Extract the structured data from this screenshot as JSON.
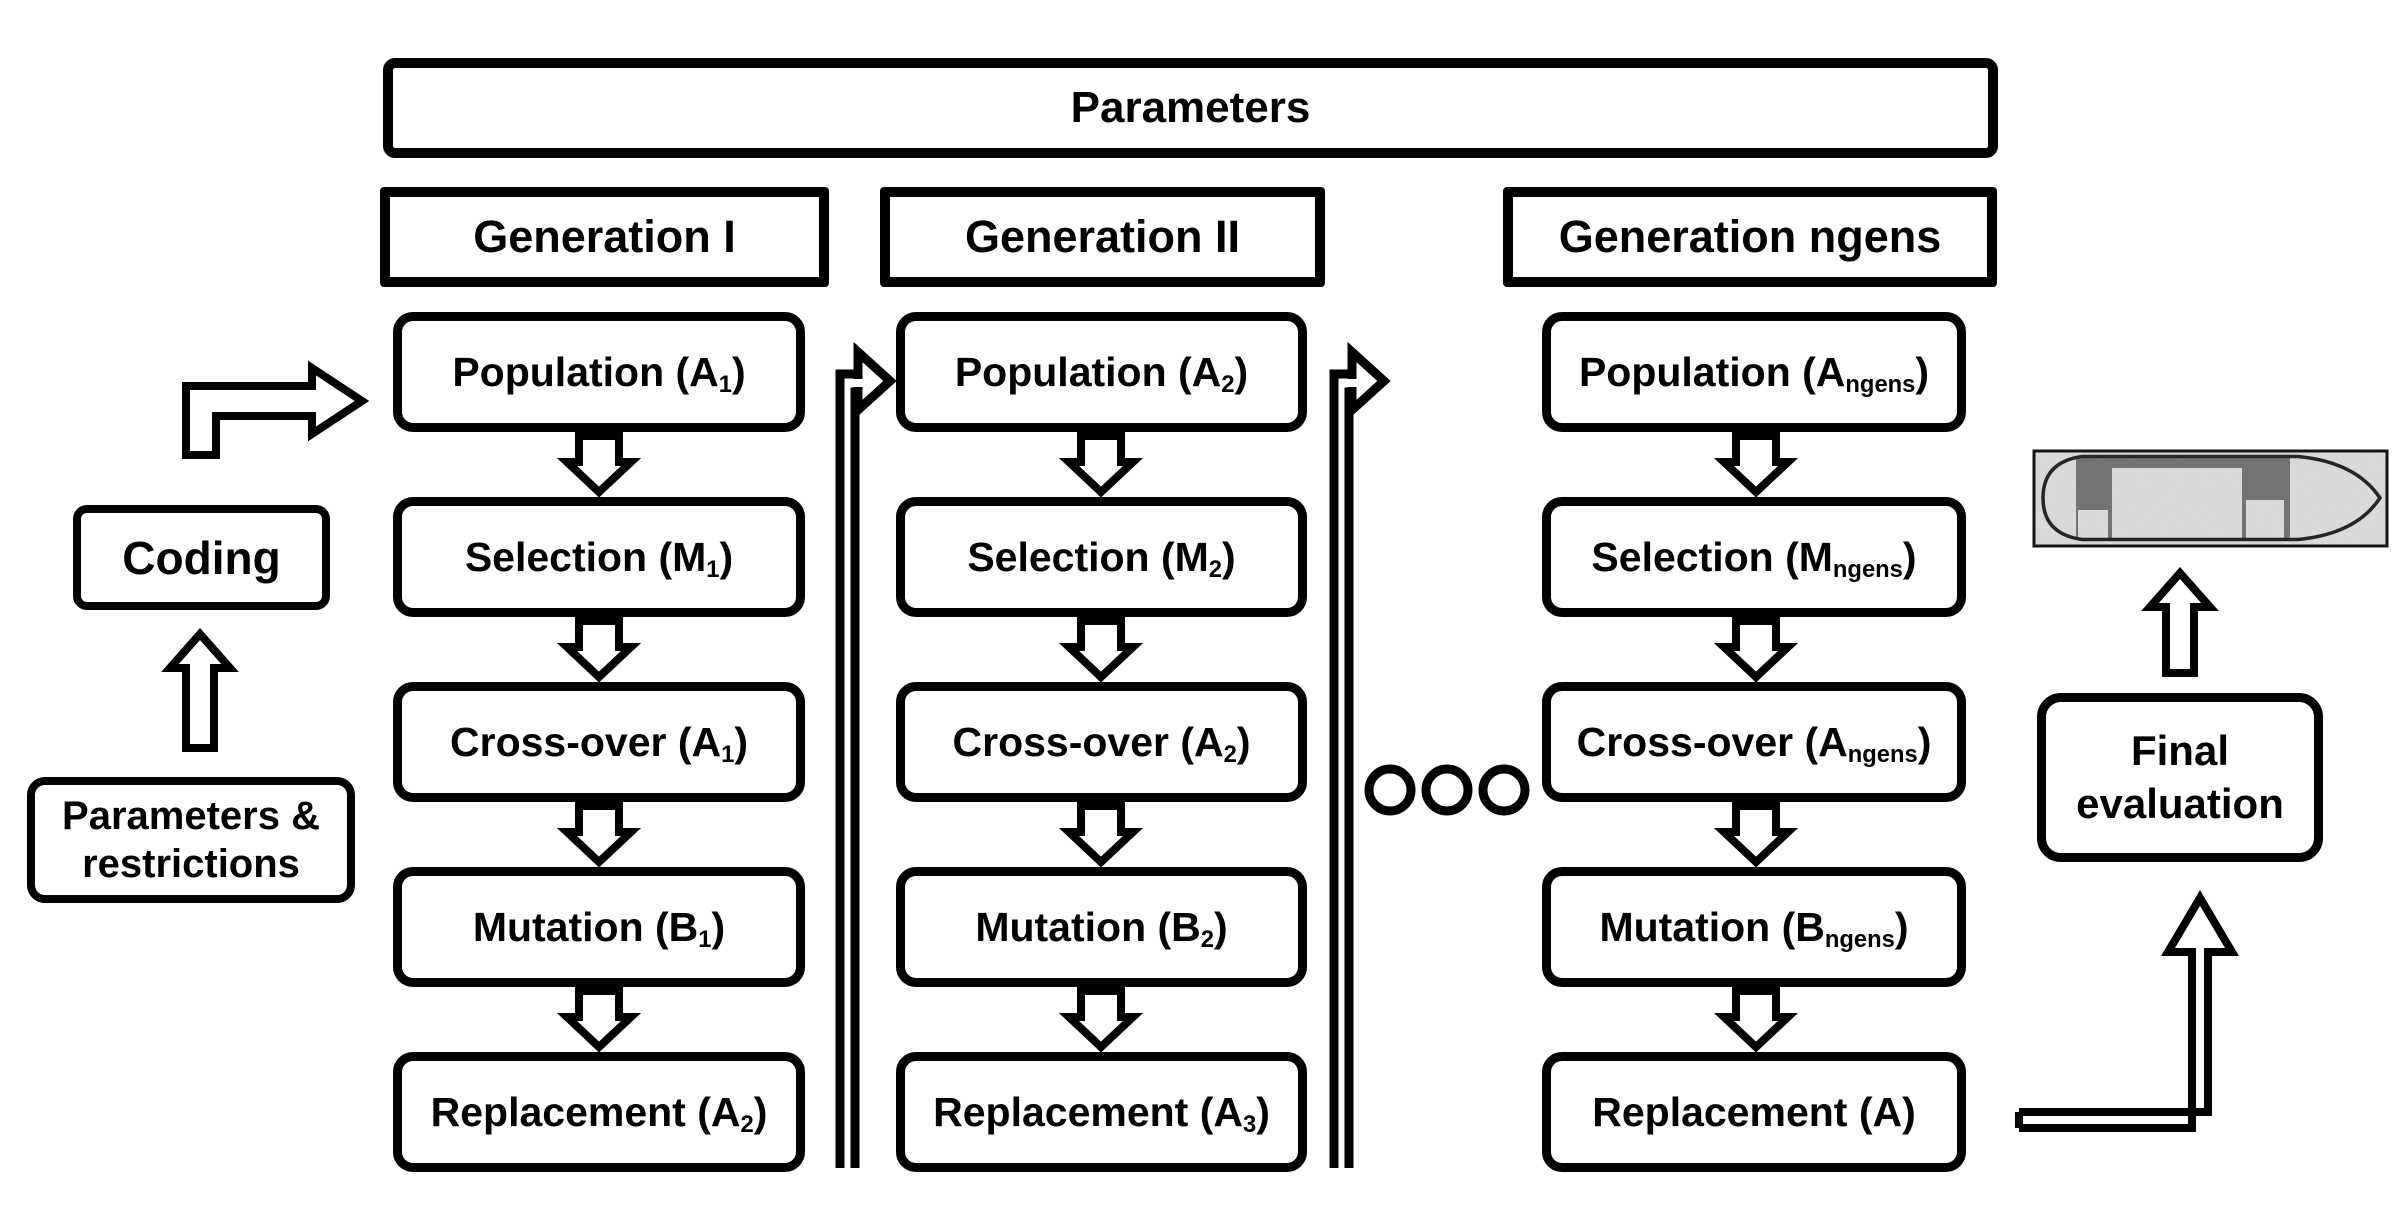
{
  "colors": {
    "ink": "#000000",
    "paper": "#ffffff",
    "ship_background": "#dbdbdb",
    "ship_tank_dark": "#6f6f6f"
  },
  "top_banner": {
    "label": "Parameters"
  },
  "left_panel": {
    "coding_label": "Coding",
    "restrictions_line1": "Parameters &",
    "restrictions_line2": "restrictions"
  },
  "columns": [
    {
      "header": "Generation I",
      "stages": [
        {
          "pre": "Population (A",
          "sub": "1",
          "post": ")"
        },
        {
          "pre": "Selection (M",
          "sub": "1",
          "post": ")"
        },
        {
          "pre": "Cross-over (A",
          "sub": "1",
          "post": ")"
        },
        {
          "pre": "Mutation (B",
          "sub": "1",
          "post": ")"
        },
        {
          "pre": "Replacement (A",
          "sub": "2",
          "post": ")"
        }
      ]
    },
    {
      "header": "Generation II",
      "stages": [
        {
          "pre": "Population (A",
          "sub": "2",
          "post": ")"
        },
        {
          "pre": "Selection (M",
          "sub": "2",
          "post": ")"
        },
        {
          "pre": "Cross-over (A",
          "sub": "2",
          "post": ")"
        },
        {
          "pre": "Mutation (B",
          "sub": "2",
          "post": ")"
        },
        {
          "pre": "Replacement (A",
          "sub": "3",
          "post": ")"
        }
      ]
    },
    {
      "header": "Generation ngens",
      "stages": [
        {
          "pre": "Population (A",
          "sub": "ngens",
          "post": ")"
        },
        {
          "pre": "Selection (M",
          "sub": "ngens",
          "post": ")"
        },
        {
          "pre": "Cross-over (A",
          "sub": "ngens",
          "post": ")"
        },
        {
          "pre": "Mutation (B",
          "sub": "ngens",
          "post": ")"
        },
        {
          "pre": "Replacement (A",
          "sub": "",
          "post": ")"
        }
      ]
    }
  ],
  "right_panel": {
    "final_line1": "Final",
    "final_line2": "evaluation"
  },
  "connectors": {
    "continuation_dots_count": 3
  }
}
